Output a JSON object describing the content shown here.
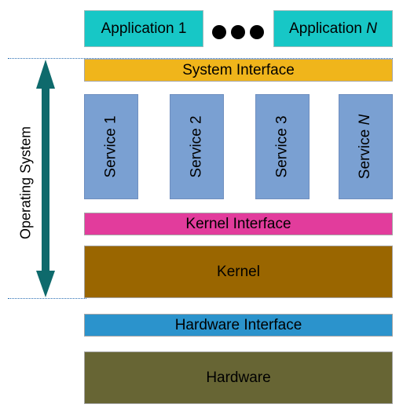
{
  "applications": {
    "first": {
      "text": "Application 1"
    },
    "last": {
      "prefix": "Application ",
      "italic": "N"
    }
  },
  "ellipsis_dots": 3,
  "layers": {
    "system_interface": "System Interface",
    "kernel_interface": "Kernel Interface",
    "kernel": "Kernel",
    "hardware_interface": "Hardware Interface",
    "hardware": "Hardware"
  },
  "services": [
    {
      "prefix": "Service ",
      "suffix": "1",
      "italic": false
    },
    {
      "prefix": "Service ",
      "suffix": "2",
      "italic": false
    },
    {
      "prefix": "Service ",
      "suffix": "3",
      "italic": false
    },
    {
      "prefix": "Service ",
      "suffix": "N",
      "italic": true
    }
  ],
  "os_label": "Operating System",
  "colors": {
    "application": "#17c7c6",
    "system_interface": "#f0b51b",
    "service": "#7aa0d2",
    "kernel_interface": "#e23c9c",
    "kernel": "#9a6600",
    "hardware_interface": "#2b93cc",
    "hardware": "#676534",
    "arrow": "#0e6a6c",
    "dotted_line": "#2b6fb4"
  }
}
